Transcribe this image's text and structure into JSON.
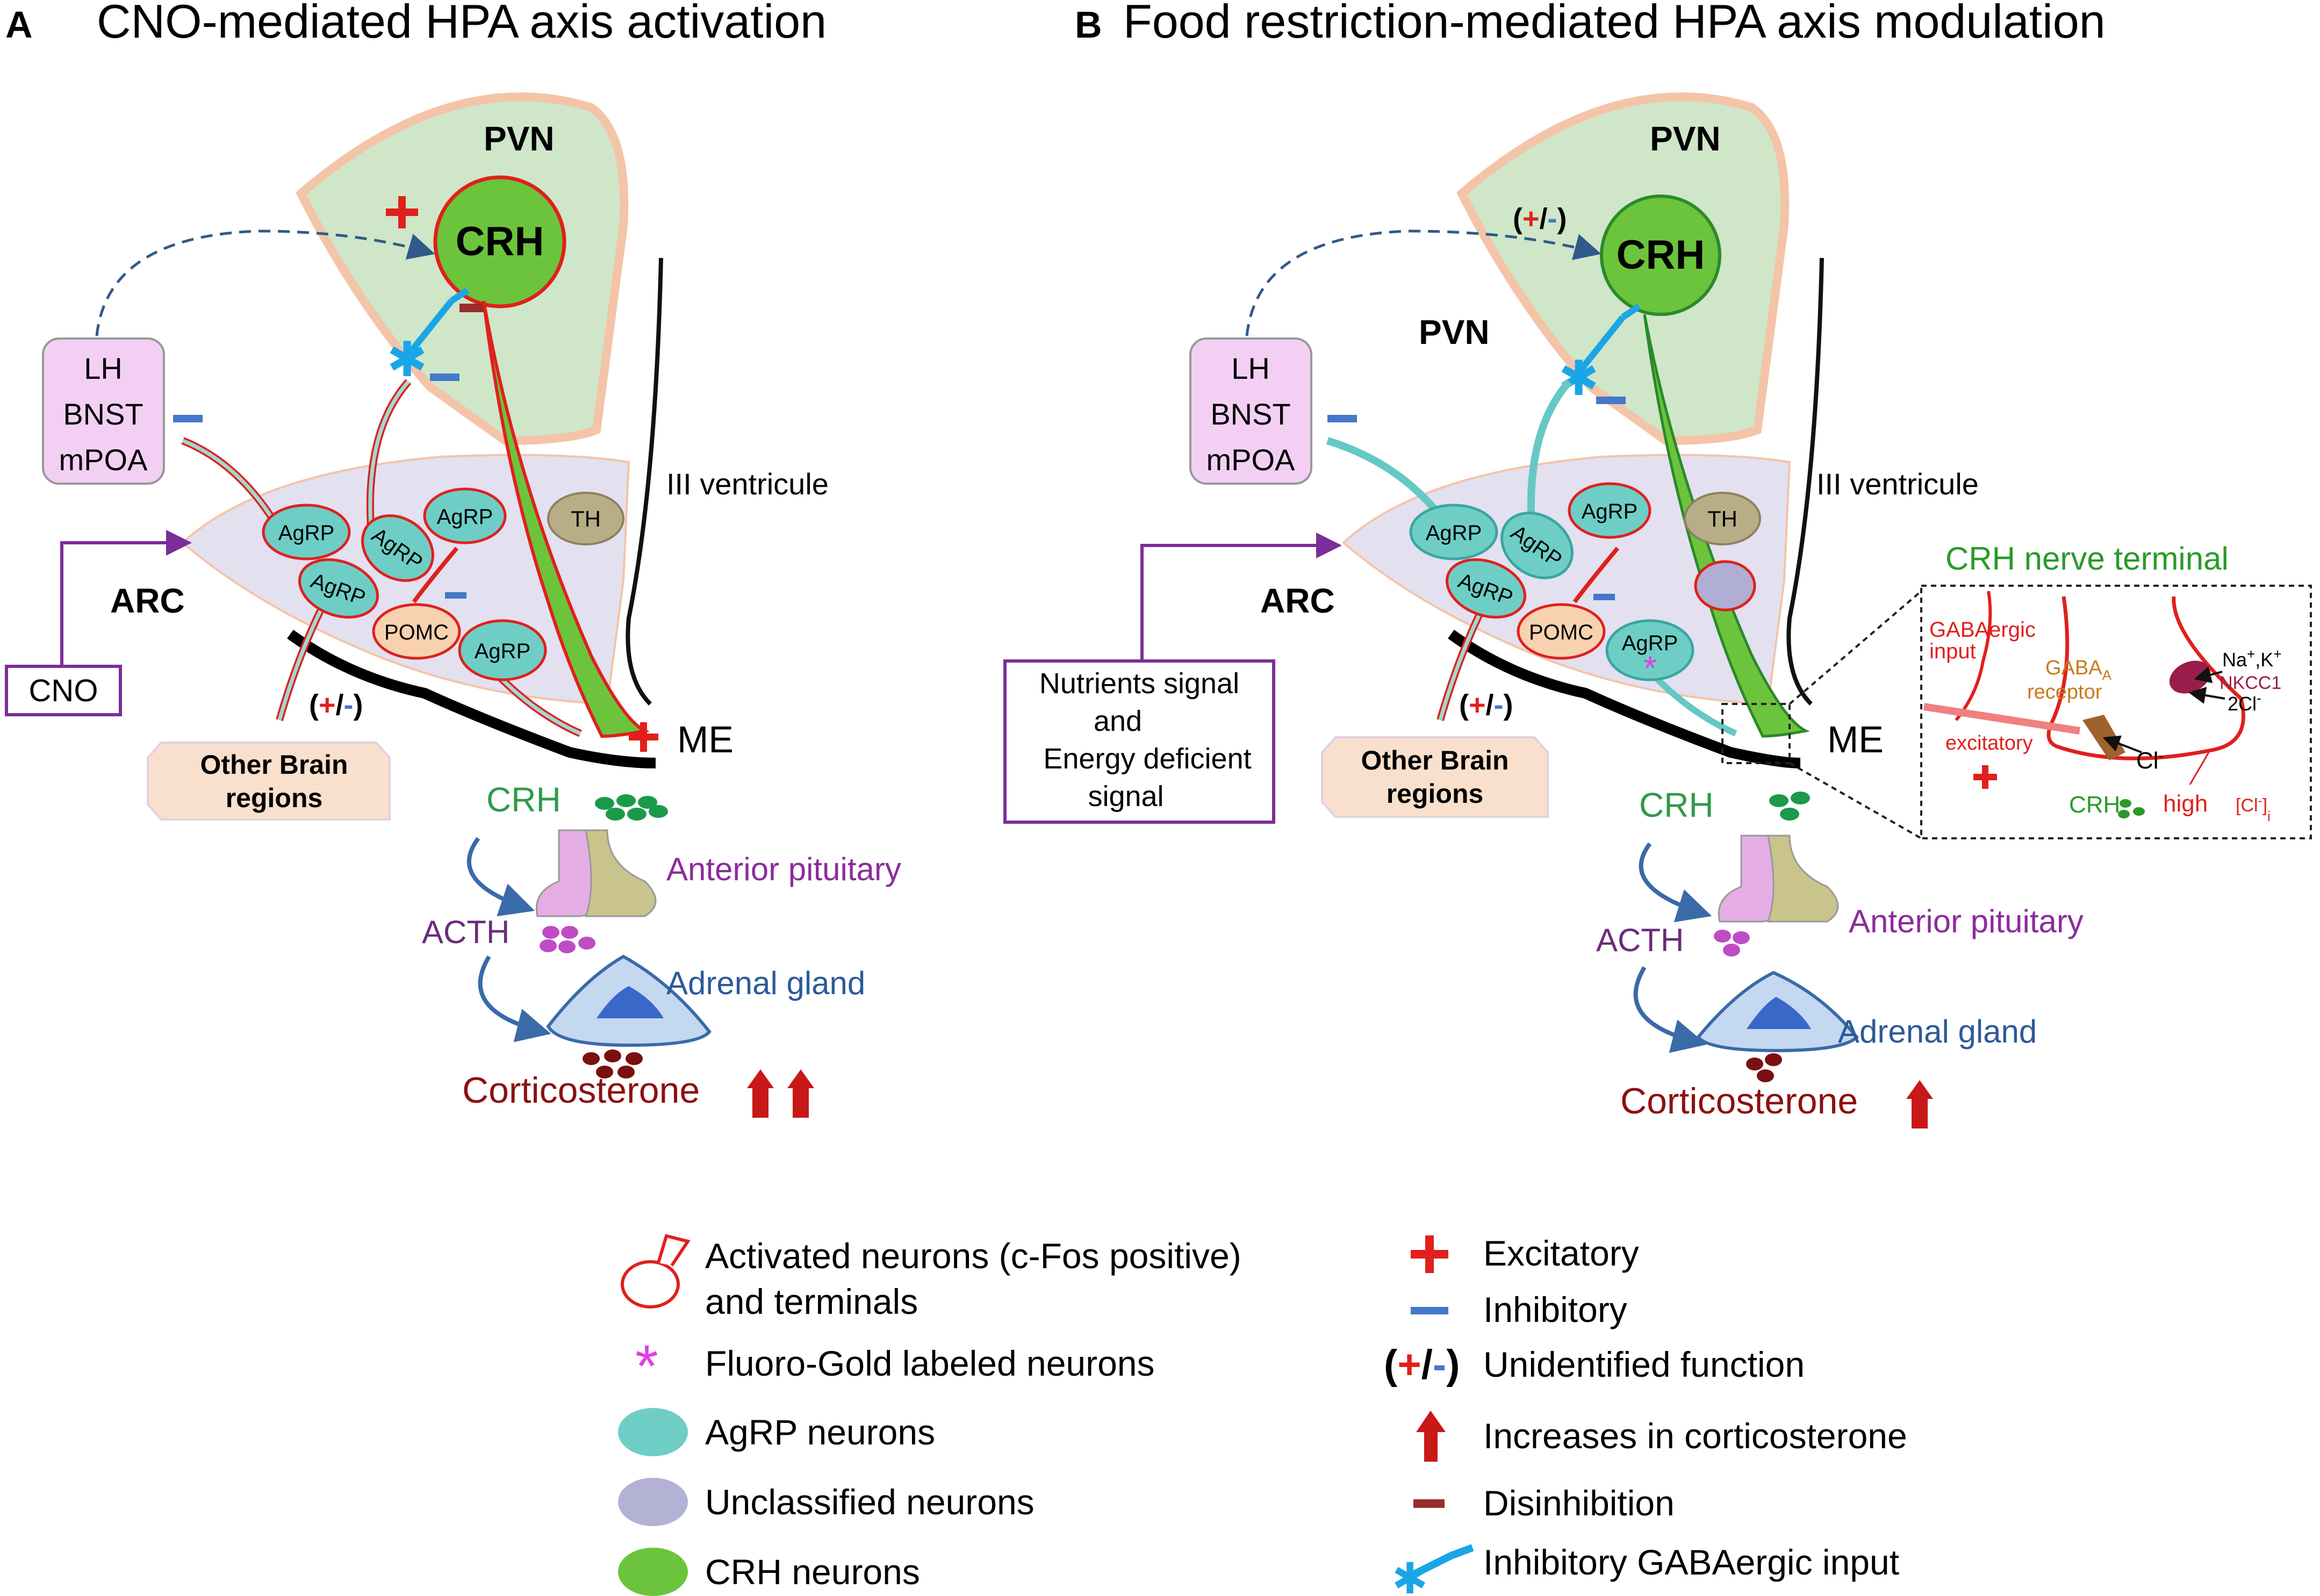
{
  "panel_a": {
    "letter": "A",
    "title": "CNO-mediated HPA axis activation",
    "pvn": "PVN",
    "crh": "CRH",
    "sources": [
      "LH",
      "BNST",
      "mPOA"
    ],
    "arc": "ARC",
    "agrp": "AgRP",
    "pomc": "POMC",
    "th": "TH",
    "ventricle": "III ventriculе",
    "me": "ME",
    "input_box": "CNO",
    "other_regions": [
      "Other Brain",
      "regions"
    ],
    "unidentified": [
      "(",
      "+",
      "/",
      "-",
      ")"
    ],
    "crh_release": "CRH",
    "pituitary": "Anterior pituitary",
    "acth": "ACTH",
    "adrenal": "Adrenal gland",
    "cort": "Corticosterone"
  },
  "panel_b": {
    "letter": "B",
    "title": "Food restriction-mediated HPA axis modulation",
    "pvn": "PVN",
    "pvn_side": "PVN",
    "crh": "CRH",
    "sources": [
      "LH",
      "BNST",
      "mPOA"
    ],
    "arc": "ARC",
    "agrp": "AgRP",
    "pomc": "POMC",
    "th": "TH",
    "ventricle": "III ventricule",
    "me": "ME",
    "input_box": [
      "Nutrients signal",
      "and",
      "Energy deficient",
      "signal"
    ],
    "other_regions": [
      "Other Brain",
      "regions"
    ],
    "crh_release": "CRH",
    "pituitary": "Anterior pituitary",
    "acth": "ACTH",
    "adrenal": "Adrenal gland",
    "cort": "Corticosterone"
  },
  "inset": {
    "title": "CRH nerve terminal",
    "gaba_input": [
      "GABAergic",
      "input"
    ],
    "gaba_receptor": [
      "GABA",
      "A",
      "receptor"
    ],
    "excitatory": "excitatory",
    "ions": [
      "Na",
      "+",
      ",K",
      "+"
    ],
    "nkcc1": "NKCC1",
    "two_cl": [
      "2Cl",
      "-"
    ],
    "cl": [
      "Cl",
      "-"
    ],
    "crh": "CRH",
    "high": "high",
    "cli": [
      "[Cl",
      "-",
      "]",
      "i"
    ]
  },
  "legend": {
    "left": [
      [
        "Activated neurons (c-Fos positive)",
        "and terminals"
      ],
      "Fluoro-Gold labeled neurons",
      "AgRP neurons",
      "Unclassified neurons",
      "CRH neurons"
    ],
    "right": [
      "Excitatory",
      "Inhibitory",
      "Unidentified function",
      "Increases in corticosterone",
      "Disinhibition",
      "Inhibitory GABAergic input"
    ]
  },
  "colors": {
    "pvn_fill": "#cfe6c8",
    "pvn_border": "#f4c4a8",
    "arc_fill": "#e3e0f0",
    "agrp": "#6ecec6",
    "crh_green": "#6cc43c",
    "red": "#e0201c",
    "blue": "#4478c8",
    "purple": "#7a2d9b",
    "teal_fiber": "#66c8c4",
    "dark_red": "#8c1010",
    "pink_box": "#f3d0f3"
  }
}
